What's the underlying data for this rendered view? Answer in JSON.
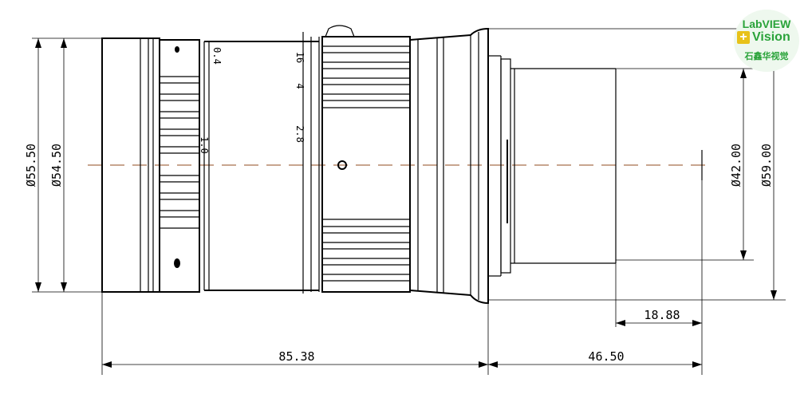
{
  "dimensions": {
    "d_outer_left": "Ø55.50",
    "d_inner_left": "Ø54.50",
    "d_mount": "Ø42.00",
    "d_flange": "Ø59.00",
    "len_body": "85.38",
    "len_back": "46.50",
    "len_flange": "18.88"
  },
  "ring_marks": {
    "focus_far": "1.0",
    "focus_near": "0.4",
    "aperture_a": "16",
    "aperture_b": "4",
    "aperture_c": "2.8"
  },
  "logo": {
    "line1": "LabVIEW",
    "line2": "Vision",
    "line3": "石鑫华视觉",
    "plus": "+"
  }
}
